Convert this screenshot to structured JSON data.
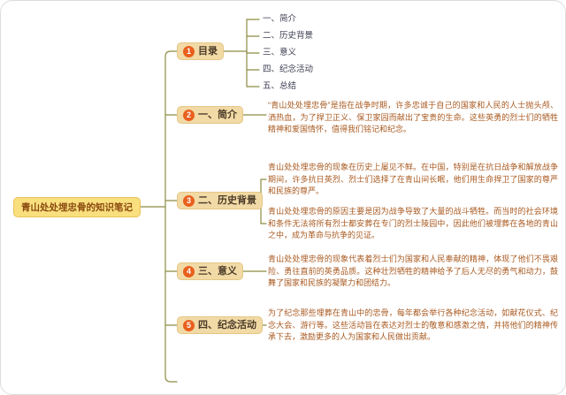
{
  "root": {
    "label": "青山处处埋忠骨的知识笔记"
  },
  "branches": [
    {
      "num": "1",
      "label": "目录",
      "items": [
        "一、简介",
        "二、历史背景",
        "三、意义",
        "四、纪念活动",
        "五、总结"
      ]
    },
    {
      "num": "2",
      "label": "一、简介",
      "paragraphs": [
        "“青山处处埋忠骨”是指在战争时期，许多忠诚于自己的国家和人民的人士抛头颅、洒热血，为了捍卫正义、保卫家园而献出了宝贵的生命。这些英勇的烈士们的牺牲精神和爱国情怀，值得我们铭记和纪念。"
      ]
    },
    {
      "num": "3",
      "label": "二、历史背景",
      "paragraphs": [
        "青山处处埋忠骨的现象在历史上屡见不鲜。在中国，特别是在抗日战争和解放战争期间，许多抗日英烈、烈士们选择了在青山间长眠，他们用生命捍卫了国家的尊严和民族的尊严。",
        "青山处处埋忠骨的原因主要是因为战争导致了大量的战斗牺牲。而当时的社会环境和条件无法将所有烈士都安葬在专门的烈士陵园中，因此他们被埋葬在各地的青山之中，成为革命与抗争的见证。"
      ]
    },
    {
      "num": "4",
      "label": "三、意义",
      "paragraphs": [
        "青山处处埋忠骨的现象代表着烈士们为国家和人民奉献的精神，体现了他们不畏艰险、勇往直前的英勇品质。这种壮烈牺牲的精神给予了后人无尽的勇气和动力，鼓舞了国家和民族的凝聚力和团结力。"
      ]
    },
    {
      "num": "5",
      "label": "四、纪念活动",
      "paragraphs": [
        "为了纪念那些埋葬在青山中的忠骨，每年都会举行各种纪念活动，如献花仪式、纪念大会、游行等。这些活动旨在表达对烈士的敬意和感激之情，并将他们的精神传承下去，激励更多的人为国家和人民做出贡献。"
      ]
    }
  ],
  "colors": {
    "root_bg": "#F9DF7E",
    "branch_bg": "#F2DAA6",
    "number_badge": "#E95F1D",
    "connector": "#8C8C42",
    "paragraph_text": "#A95A20",
    "toc_text": "#3D3D52"
  }
}
